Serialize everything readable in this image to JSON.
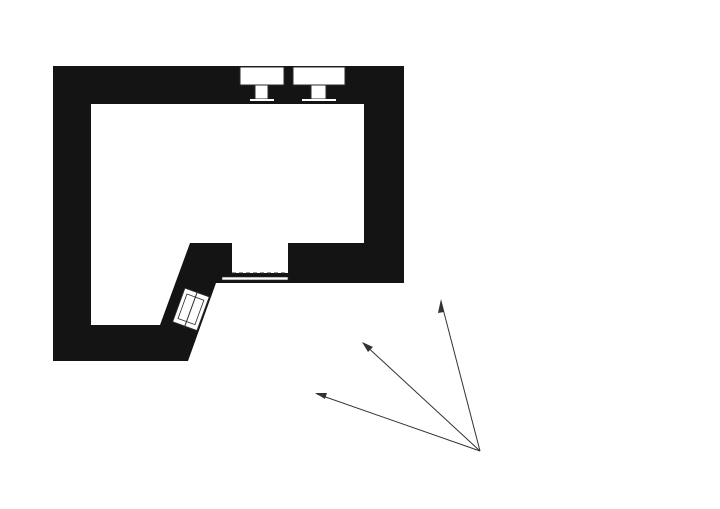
{
  "colors": {
    "paper": "#ffffff",
    "wall": "#141414",
    "opening": "#ffffff",
    "line": "#2a2a2a",
    "arrow": "#333333"
  },
  "diagram": {
    "kind": "floor-plan",
    "labels": [],
    "openings": [
      {
        "name": "window-north-left",
        "type": "window"
      },
      {
        "name": "window-north-right",
        "type": "window"
      },
      {
        "name": "door-south",
        "type": "door"
      },
      {
        "name": "window-southwest-angled",
        "type": "window"
      }
    ],
    "view_arrows": 3
  }
}
